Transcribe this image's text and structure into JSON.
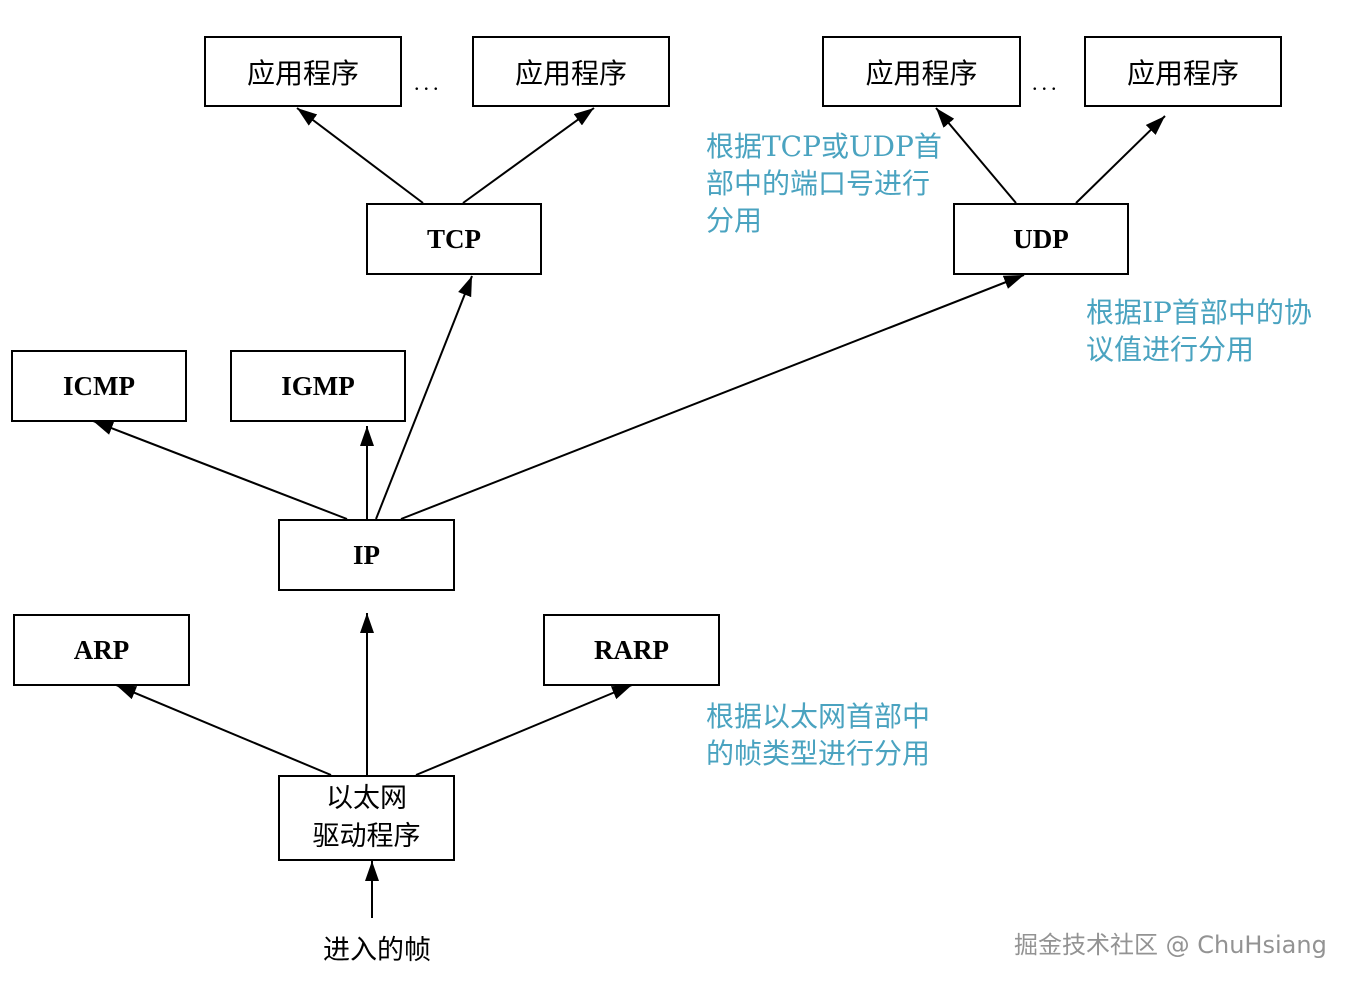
{
  "nodes": {
    "app1": "应用程序",
    "app2": "应用程序",
    "app3": "应用程序",
    "app4": "应用程序",
    "tcp": "TCP",
    "udp": "UDP",
    "icmp": "ICMP",
    "igmp": "IGMP",
    "ip": "IP",
    "arp": "ARP",
    "rarp": "RARP",
    "ethernet_line1": "以太网",
    "ethernet_line2": "驱动程序"
  },
  "ellipsis": "...",
  "incoming_frame": "进入的帧",
  "notes": {
    "port_line1": "根据TCP或UDP首",
    "port_line2": "部中的端口号进行",
    "port_line3": "分用",
    "protocol_line1": "根据IP首部中的协",
    "protocol_line2": "议值进行分用",
    "frame_line1": "根据以太网首部中",
    "frame_line2": "的帧类型进行分用"
  },
  "watermark": "掘金技术社区 @ ChuHsiang",
  "colors": {
    "note": "#4aa3c0",
    "line": "#000000"
  }
}
